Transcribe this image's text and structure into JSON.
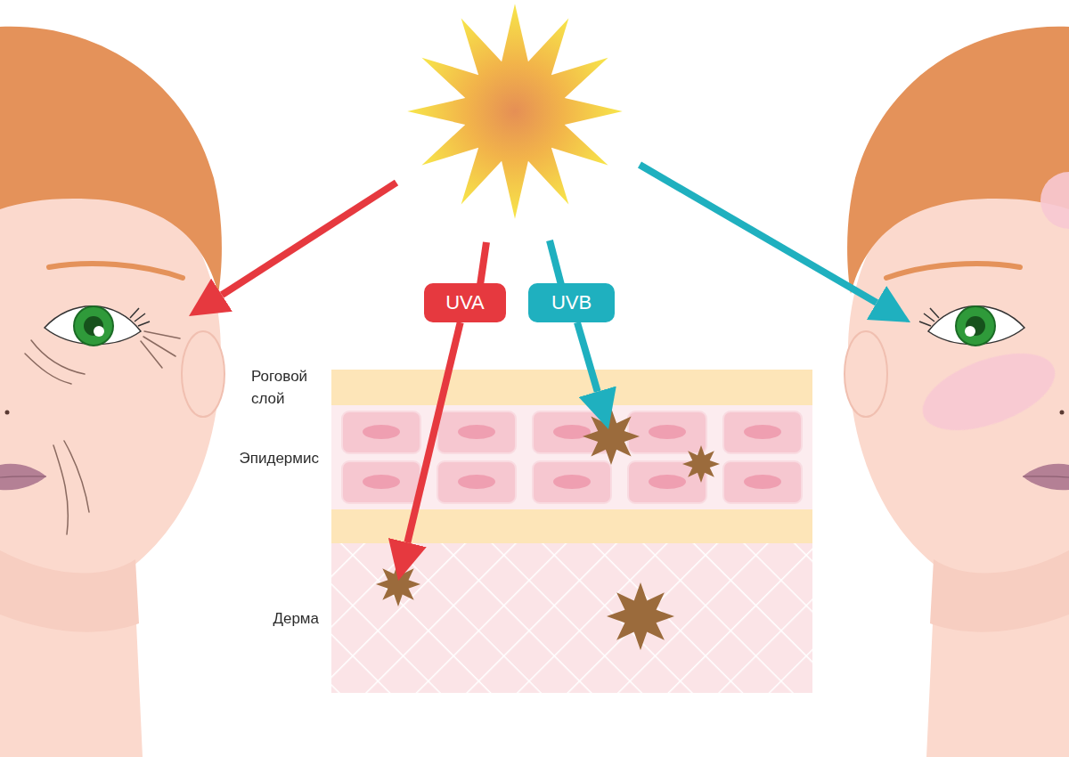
{
  "diagram": {
    "nodes": [
      {
        "text": [
          "UVA"
        ]
      },
      {
        "text": [
          "UVB"
        ]
      },
      {
        "text": [
          "Роговой слой"
        ]
      },
      {
        "text": [
          "Эпидермис"
        ]
      },
      {
        "text": [
          "Дерма"
        ]
      }
    ],
    "edges": [
      {
        "from": 0,
        "to": 4,
        "arrow": "to"
      },
      {
        "from": 1,
        "to": 3,
        "arrow": "to"
      }
    ]
  }
}
